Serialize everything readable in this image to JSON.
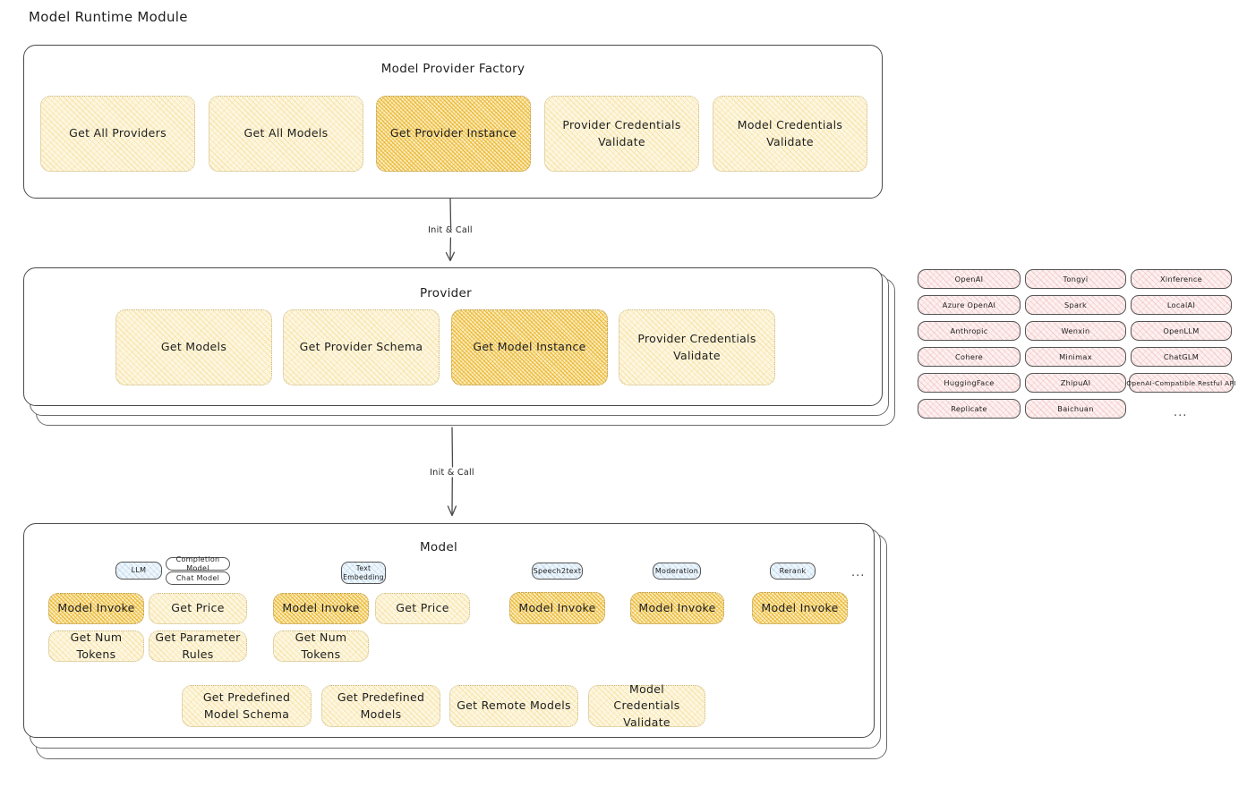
{
  "page": {
    "title": "Model Runtime Module"
  },
  "colors": {
    "fill_yellow": "#fdf6e0",
    "fill_yellow_highlight": "#fbeec0",
    "fill_pink": "#fdf0f0",
    "fill_blue": "#eef6fc",
    "stroke": "#1e1e1e"
  },
  "factory": {
    "title": "Model Provider Factory",
    "nodes": [
      {
        "label": "Get All Providers",
        "highlight": false
      },
      {
        "label": "Get All Models",
        "highlight": false
      },
      {
        "label": "Get Provider Instance",
        "highlight": true
      },
      {
        "label": "Provider Credentials Validate",
        "highlight": false
      },
      {
        "label": "Model Credentials Validate",
        "highlight": false
      }
    ]
  },
  "arrows": [
    {
      "label": "Init & Call"
    },
    {
      "label": "Init & Call"
    }
  ],
  "provider": {
    "title": "Provider",
    "nodes": [
      {
        "label": "Get Models",
        "highlight": false
      },
      {
        "label": "Get Provider Schema",
        "highlight": false
      },
      {
        "label": "Get Model Instance",
        "highlight": true
      },
      {
        "label": "Provider Credentials Validate",
        "highlight": false
      }
    ]
  },
  "provider_list": {
    "ellipsis": "...",
    "columns": [
      {
        "items": [
          "OpenAI",
          "Azure OpenAI",
          "Anthropic",
          "Cohere",
          "HuggingFace",
          "Replicate"
        ]
      },
      {
        "items": [
          "Tongyi",
          "Spark",
          "Wenxin",
          "Minimax",
          "ZhipuAI",
          "Baichuan"
        ]
      },
      {
        "items": [
          "Xinference",
          "LocalAI",
          "OpenLLM",
          "ChatGLM",
          "OpenAI-Compatible Restful API"
        ]
      }
    ]
  },
  "model": {
    "title": "Model",
    "ellipsis": "...",
    "groups": [
      {
        "badge": "LLM",
        "badge_filled": true,
        "sub_badges": [
          "Completion Model",
          "Chat Model"
        ],
        "nodes": [
          {
            "label": "Model Invoke",
            "highlight": true
          },
          {
            "label": "Get Price",
            "highlight": false
          },
          {
            "label": "Get Num Tokens",
            "highlight": false
          },
          {
            "label": "Get Parameter Rules",
            "highlight": false
          }
        ]
      },
      {
        "badge": "Text Embedding",
        "badge_filled": true,
        "sub_badges": [],
        "nodes": [
          {
            "label": "Model Invoke",
            "highlight": true
          },
          {
            "label": "Get Price",
            "highlight": false
          },
          {
            "label": "Get Num Tokens",
            "highlight": false
          }
        ]
      },
      {
        "badge": "Speech2text",
        "badge_filled": true,
        "sub_badges": [],
        "nodes": [
          {
            "label": "Model Invoke",
            "highlight": true
          }
        ]
      },
      {
        "badge": "Moderation",
        "badge_filled": true,
        "sub_badges": [],
        "nodes": [
          {
            "label": "Model Invoke",
            "highlight": true
          }
        ]
      },
      {
        "badge": "Rerank",
        "badge_filled": true,
        "sub_badges": [],
        "nodes": [
          {
            "label": "Model Invoke",
            "highlight": true
          }
        ]
      }
    ],
    "bottom_nodes": [
      {
        "label": "Get Predefined Model Schema"
      },
      {
        "label": "Get Predefined Models"
      },
      {
        "label": "Get Remote Models"
      },
      {
        "label": "Model Credentials Validate"
      }
    ]
  }
}
